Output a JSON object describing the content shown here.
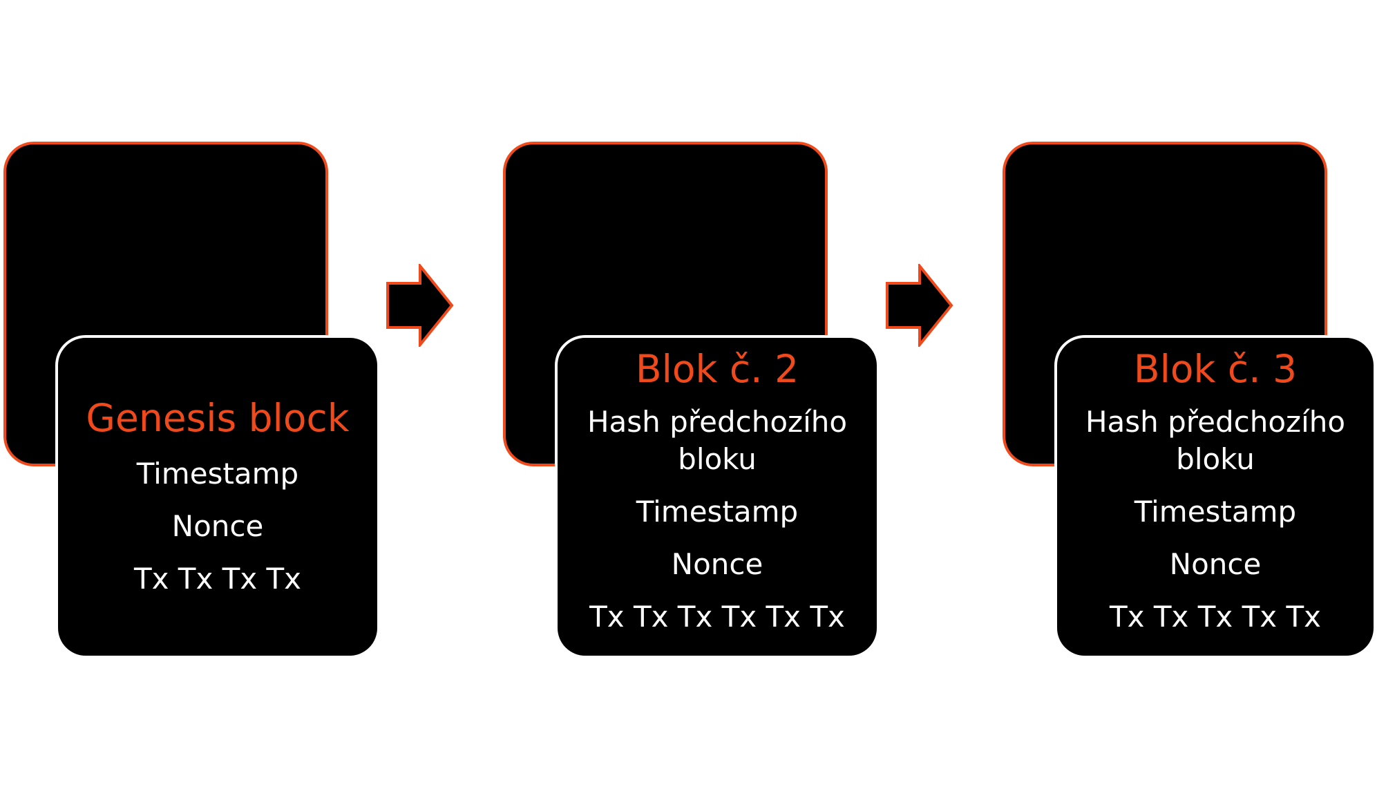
{
  "colors": {
    "accent": "#f04a1c",
    "box": "#000000",
    "text": "#ffffff"
  },
  "blocks": [
    {
      "title": "Genesis block",
      "lines": [
        "Timestamp",
        "Nonce",
        "Tx Tx Tx Tx"
      ]
    },
    {
      "title": "Blok č. 2",
      "hash": "Hash předchozího bloku",
      "lines": [
        "Timestamp",
        "Nonce",
        "Tx Tx Tx Tx Tx Tx"
      ]
    },
    {
      "title": "Blok č. 3",
      "hash": "Hash předchozího bloku",
      "lines": [
        "Timestamp",
        "Nonce",
        "Tx Tx Tx Tx Tx"
      ]
    }
  ],
  "connectors": [
    {
      "from": "Genesis block",
      "to": "Blok č. 2",
      "icon": "right-arrow-icon"
    },
    {
      "from": "Blok č. 2",
      "to": "Blok č. 3",
      "icon": "right-arrow-icon"
    }
  ]
}
